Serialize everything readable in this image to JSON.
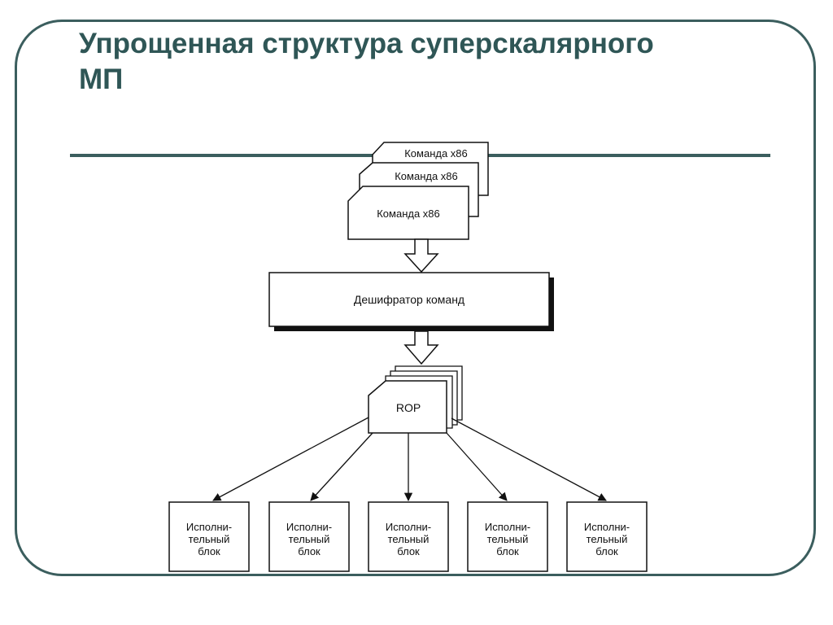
{
  "slide": {
    "title_line1": "Упрощенная структура суперскалярного",
    "title_line2": "МП"
  },
  "diagram": {
    "instructions": [
      "Команда x86",
      "Команда x86",
      "Команда x86"
    ],
    "decoder": "Дешифратор команд",
    "rop": "ROP",
    "execution_units": [
      [
        "Исполни-",
        "тельный",
        "блок"
      ],
      [
        "Исполни-",
        "тельный",
        "блок"
      ],
      [
        "Исполни-",
        "тельный",
        "блок"
      ],
      [
        "Исполни-",
        "тельный",
        "блок"
      ],
      [
        "Исполни-",
        "тельный",
        "блок"
      ]
    ]
  },
  "colors": {
    "frame": "#3b5e5e",
    "title": "#2f5656",
    "ink": "#111111"
  }
}
